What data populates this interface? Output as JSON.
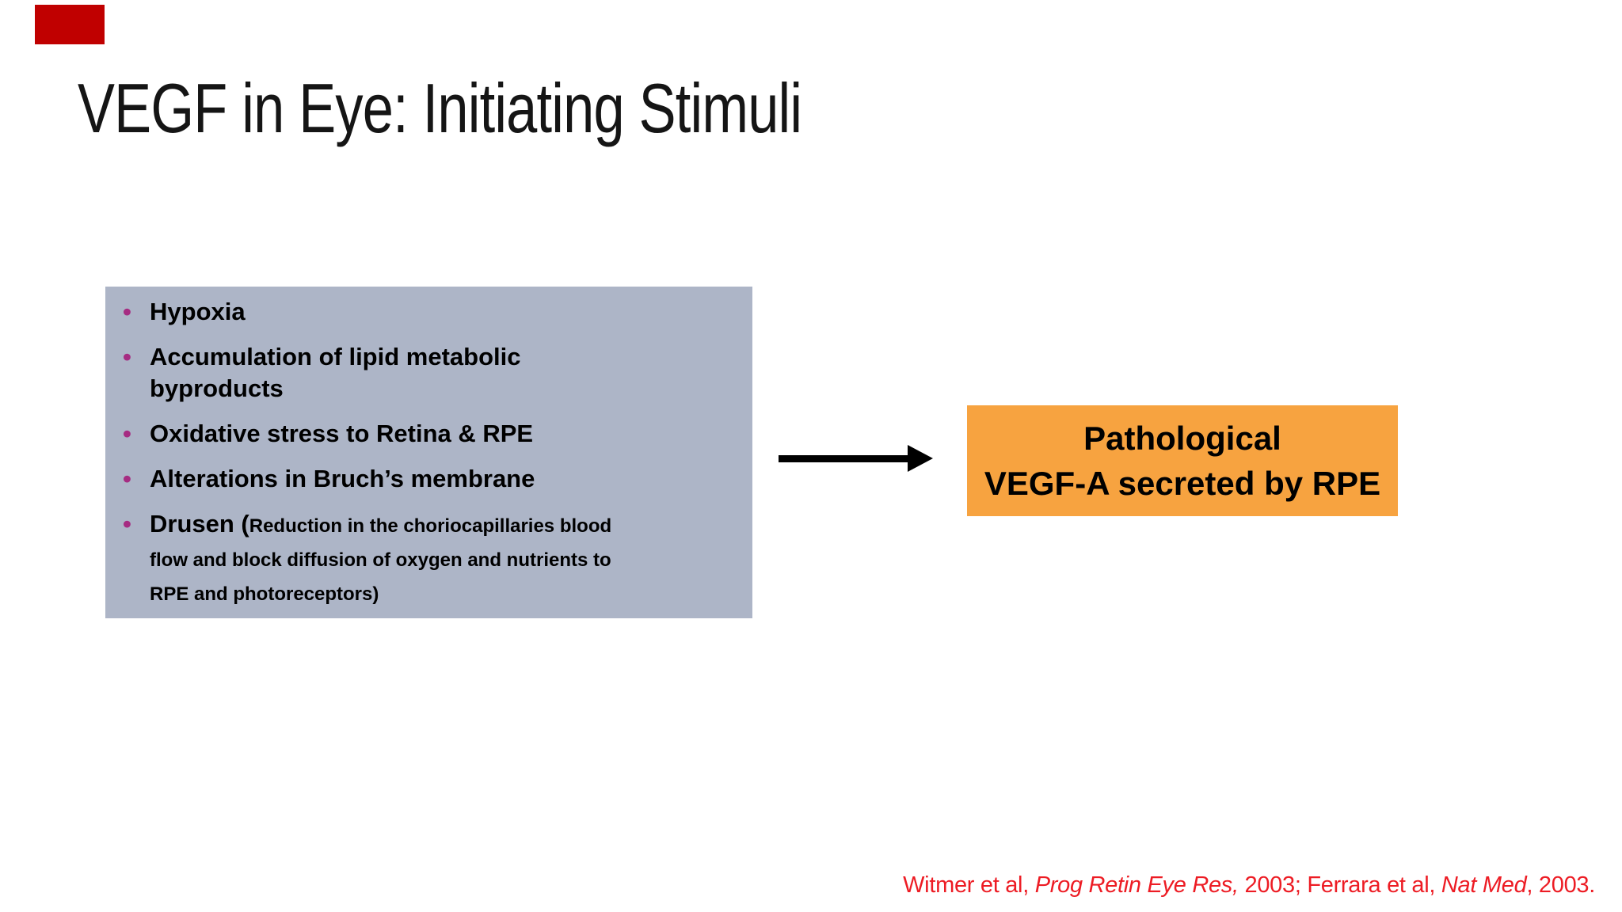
{
  "slide": {
    "title": "VEGF in Eye: Initiating Stimuli",
    "accent_color": "#c00000",
    "background_color": "#ffffff"
  },
  "stimuli_box": {
    "bg_color": "#adb5c7",
    "bullet_color": "#a62c82",
    "bullet_glyph": "•",
    "items": [
      {
        "lines": [
          "Hypoxia"
        ]
      },
      {
        "lines": [
          "Accumulation of lipid metabolic",
          "byproducts"
        ]
      },
      {
        "lines": [
          "Oxidative stress to Retina & RPE"
        ]
      },
      {
        "lines": [
          "Alterations in Bruch’s membrane"
        ]
      },
      {
        "lead": "Drusen (",
        "note_lines": [
          "Reduction in the choriocapillaries blood",
          "flow and block diffusion of oxygen and nutrients to",
          "RPE and photoreceptors)"
        ]
      }
    ]
  },
  "arrow": {
    "direction": "right",
    "color": "#000000"
  },
  "result_box": {
    "bg_color": "#f7a340",
    "line1": "Pathological",
    "line2": "VEGF-A secreted by RPE"
  },
  "citation": {
    "color": "#ed1c24",
    "segments": [
      {
        "text": "Witmer et al, ",
        "italic": false
      },
      {
        "text": "Prog Retin Eye Res,",
        "italic": true
      },
      {
        "text": " 2003; Ferrara et al, ",
        "italic": false
      },
      {
        "text": "Nat Med",
        "italic": true
      },
      {
        "text": ", 2003.",
        "italic": false
      }
    ]
  }
}
